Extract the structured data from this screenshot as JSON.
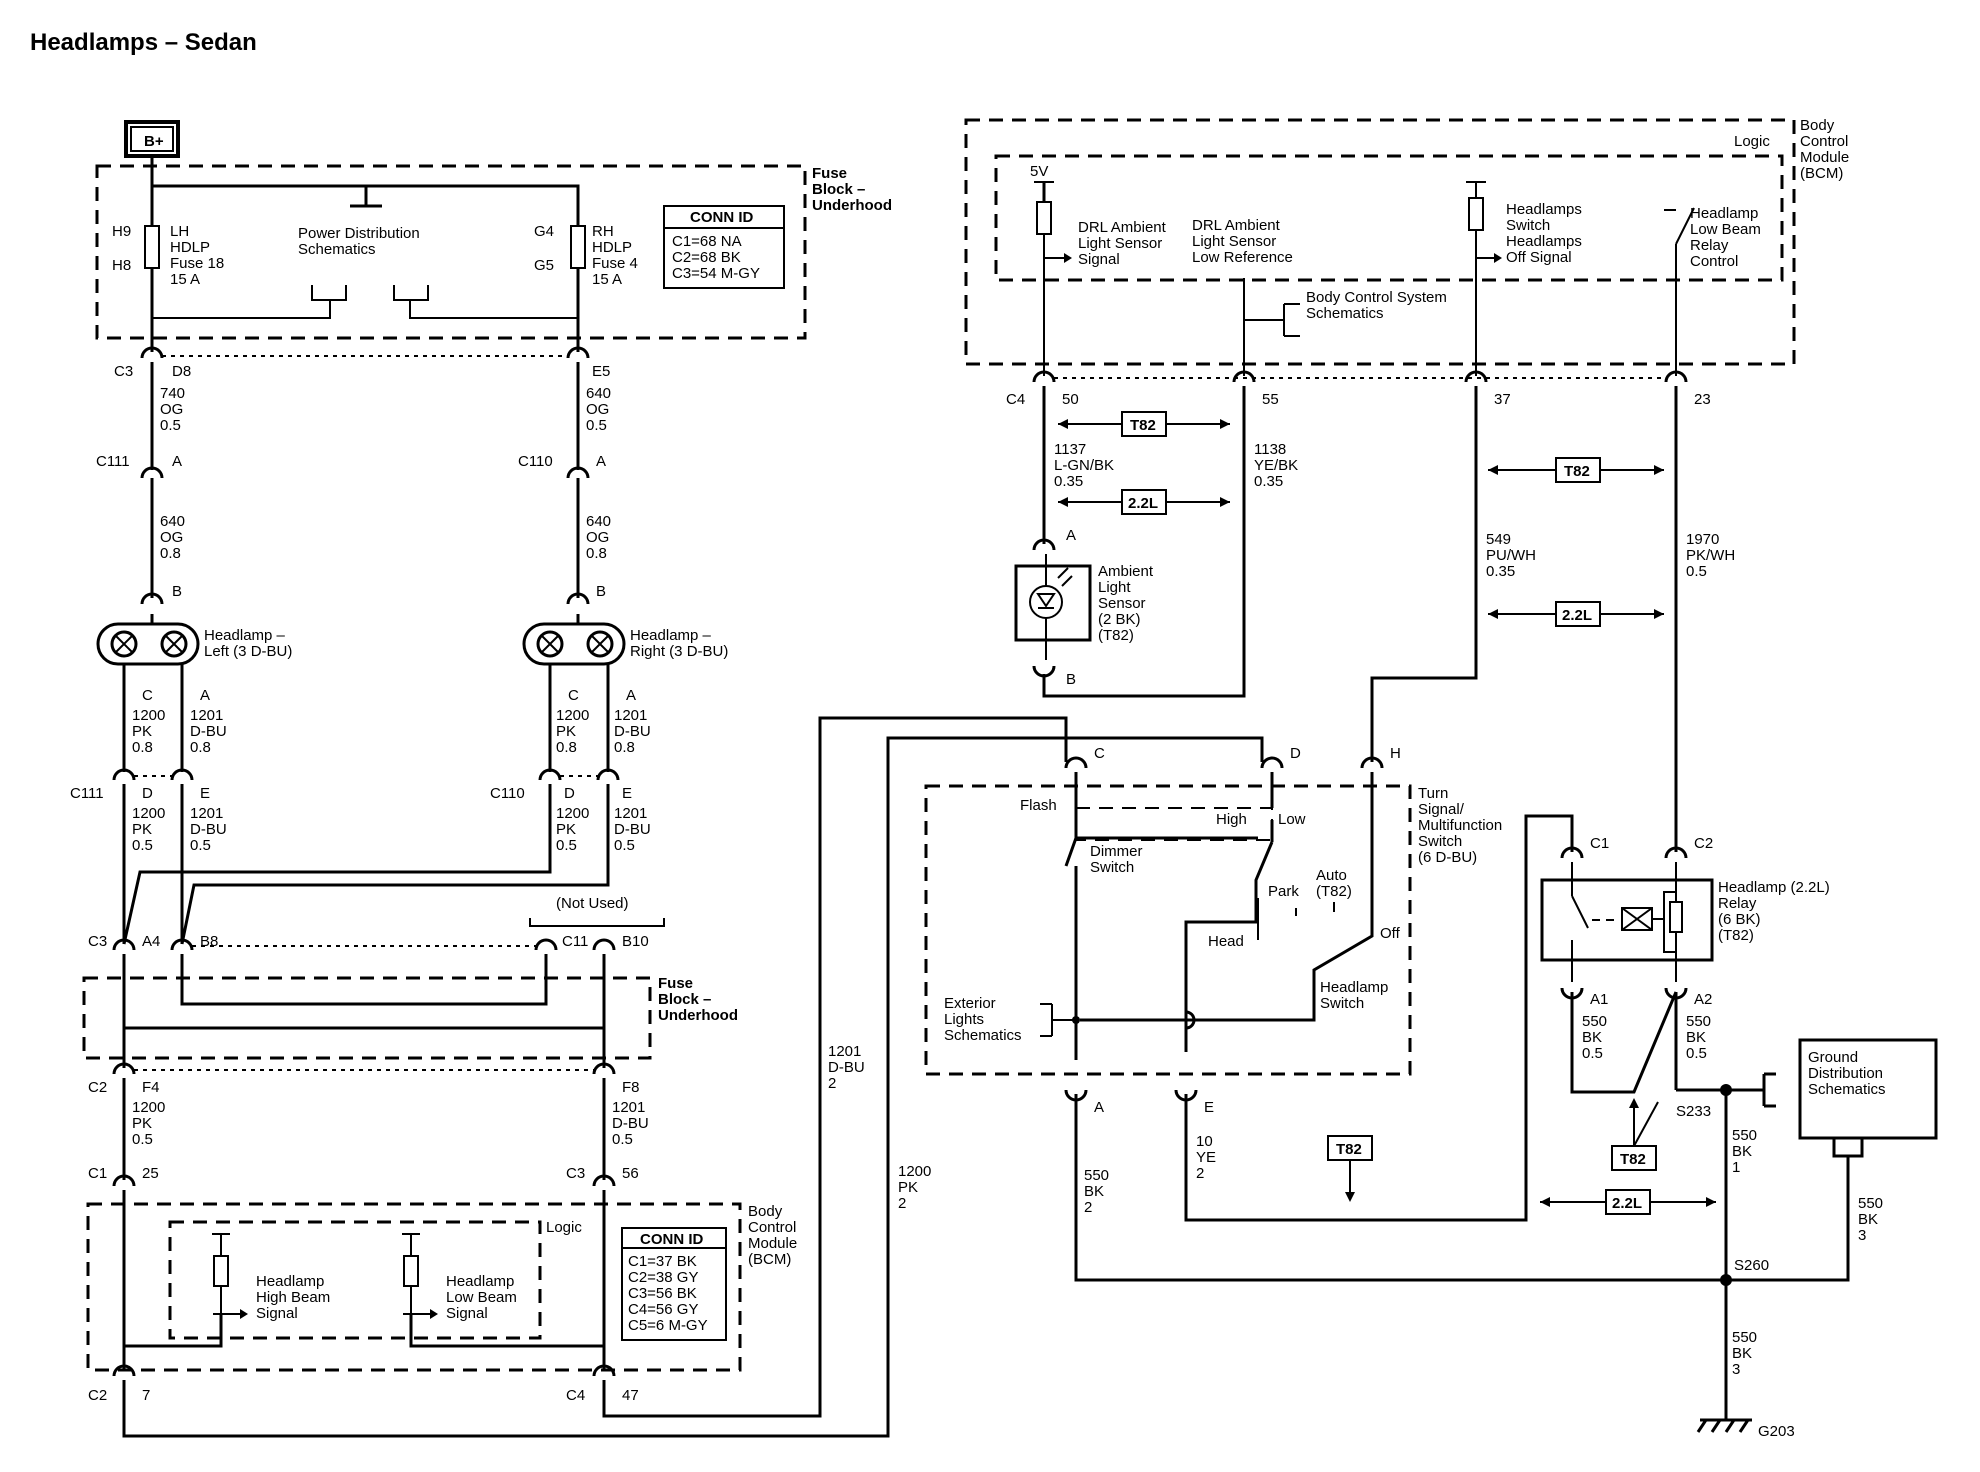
{
  "title": "Headlamps – Sedan",
  "b_plus": "B+",
  "fuse_block_top": {
    "l1": "Fuse",
    "l2": "Block –",
    "l3": "Underhood"
  },
  "fuse_block_mid": {
    "l1": "Fuse",
    "l2": "Block –",
    "l3": "Underhood"
  },
  "conn_id_top": {
    "title": "CONN ID",
    "lines": [
      "C1=68 NA",
      "C2=68 BK",
      "C3=54 M-GY"
    ]
  },
  "conn_id_bottom": {
    "title": "CONN ID",
    "lines": [
      "C1=37 BK",
      "C2=38 GY",
      "C3=56 BK",
      "C4=56 GY",
      "C5=6 M-GY"
    ]
  },
  "fuse_lh": {
    "pin_top": "H9",
    "pin_bot": "H8",
    "l1": "LH",
    "l2": "HDLP",
    "l3": "Fuse 18",
    "l4": "15 A"
  },
  "fuse_rh": {
    "pin_top": "G4",
    "pin_bot": "G5",
    "l1": "RH",
    "l2": "HDLP",
    "l3": "Fuse 4",
    "l4": "15 A"
  },
  "power_dist": {
    "l1": "Power Distribution",
    "l2": "Schematics"
  },
  "left_wires": {
    "c3": "C3",
    "d8": "D8",
    "w1": [
      "740",
      "OG",
      "0.5"
    ],
    "c111": "C111",
    "a": "A",
    "w2": [
      "640",
      "OG",
      "0.8"
    ],
    "b": "B",
    "headlamp": [
      "Headlamp –",
      "Left (3 D-BU)"
    ],
    "pc": "C",
    "pa": "A",
    "w3c": [
      "1200",
      "PK",
      "0.8"
    ],
    "w3a": [
      "1201",
      "D-BU",
      "0.8"
    ],
    "c111b": "C111",
    "pd": "D",
    "pe": "E",
    "w4d": [
      "1200",
      "PK",
      "0.5"
    ],
    "w4e": [
      "1201",
      "D-BU",
      "0.5"
    ]
  },
  "right_wires": {
    "e5": "E5",
    "w1": [
      "640",
      "OG",
      "0.5"
    ],
    "c110": "C110",
    "a": "A",
    "w2": [
      "640",
      "OG",
      "0.8"
    ],
    "b": "B",
    "headlamp": [
      "Headlamp –",
      "Right (3 D-BU)"
    ],
    "pc": "C",
    "pa": "A",
    "w3c": [
      "1200",
      "PK",
      "0.8"
    ],
    "w3a": [
      "1201",
      "D-BU",
      "0.8"
    ],
    "c110b": "C110",
    "pd": "D",
    "pe": "E",
    "w4d": [
      "1200",
      "PK",
      "0.5"
    ],
    "w4e": [
      "1201",
      "D-BU",
      "0.5"
    ]
  },
  "mid_fuse_pins": {
    "c3": "C3",
    "a4": "A4",
    "b8": "B8",
    "not_used": "(Not Used)",
    "c11": "C11",
    "b10": "B10"
  },
  "bottom_left": {
    "c2": "C2",
    "f4": "F4",
    "w_f4": [
      "1200",
      "PK",
      "0.5"
    ],
    "f8": "F8",
    "w_f8": [
      "1201",
      "D-BU",
      "0.5"
    ],
    "c1": "C1",
    "p25": "25",
    "c3": "C3",
    "p56": "56",
    "bcm": [
      "Body",
      "Control",
      "Module",
      "(BCM)"
    ],
    "logic": "Logic",
    "hb": [
      "Headlamp",
      "High Beam",
      "Signal"
    ],
    "lb": [
      "Headlamp",
      "Low Beam",
      "Signal"
    ],
    "c2b": "C2",
    "p7": "7",
    "c4": "C4",
    "p47": "47"
  },
  "bcm_top": {
    "label": [
      "Body",
      "Control",
      "Module",
      "(BCM)"
    ],
    "logic": "Logic",
    "v5": "5V",
    "drl_sig": [
      "DRL Ambient",
      "Light Sensor",
      "Signal"
    ],
    "drl_ref": [
      "DRL Ambient",
      "Light Sensor",
      "Low Reference"
    ],
    "hs_off": [
      "Headlamps",
      "Switch",
      "Headlamps",
      "Off Signal"
    ],
    "relay_ctrl": [
      "Headlamp",
      "Low Beam",
      "Relay",
      "Control"
    ],
    "bcs": [
      "Body Control System",
      "Schematics"
    ],
    "c4": "C4",
    "p50": "50",
    "p55": "55",
    "p37": "37",
    "p23": "23"
  },
  "sensor_wires": {
    "t82": "T82",
    "l22": "2.2L",
    "w50": [
      "1137",
      "L-GN/BK",
      "0.35"
    ],
    "w55": [
      "1138",
      "YE/BK",
      "0.35"
    ],
    "pa": "A",
    "pb": "B",
    "sensor": [
      "Ambient",
      "Light",
      "Sensor",
      "(2 BK)",
      "(T82)"
    ]
  },
  "relay_wires": {
    "t82": "T82",
    "l22": "2.2L",
    "w37": [
      "549",
      "PU/WH",
      "0.35"
    ],
    "w23": [
      "1970",
      "PK/WH",
      "0.5"
    ]
  },
  "turn_switch": {
    "label": [
      "Turn",
      "Signal/",
      "Multifunction",
      "Switch",
      "(6 D-BU)"
    ],
    "pc": "C",
    "pd": "D",
    "ph": "H",
    "pa": "A",
    "pe": "E",
    "flash": "Flash",
    "high": "High",
    "low": "Low",
    "dimmer": [
      "Dimmer",
      "Switch"
    ],
    "park": "Park",
    "auto": [
      "Auto",
      "(T82)"
    ],
    "head": "Head",
    "off": "Off",
    "hsw": [
      "Headlamp",
      "Switch"
    ],
    "ext": [
      "Exterior",
      "Lights",
      "Schematics"
    ]
  },
  "long_wires": {
    "w1201": [
      "1201",
      "D-BU",
      "2"
    ],
    "w1200": [
      "1200",
      "PK",
      "2"
    ]
  },
  "relay": {
    "c1": "C1",
    "c2": "C2",
    "label": [
      "Headlamp (2.2L)",
      "Relay",
      "(6 BK)",
      "(T82)"
    ],
    "a1": "A1",
    "a2": "A2",
    "wa1": [
      "550",
      "BK",
      "0.5"
    ],
    "wa2": [
      "550",
      "BK",
      "0.5"
    ],
    "t82": "T82",
    "l22": "2.2L",
    "s233": "S233"
  },
  "ground": {
    "gds": [
      "Ground",
      "Distribution",
      "Schematics"
    ],
    "w_s233": [
      "550",
      "BK",
      "1"
    ],
    "w_gds": [
      "550",
      "BK",
      "3"
    ],
    "s260": "S260",
    "w_bot": [
      "550",
      "BK",
      "3"
    ],
    "g203": "G203",
    "wa": [
      "550",
      "BK",
      "2"
    ],
    "we": [
      "10",
      "YE",
      "2"
    ],
    "t82": "T82"
  }
}
